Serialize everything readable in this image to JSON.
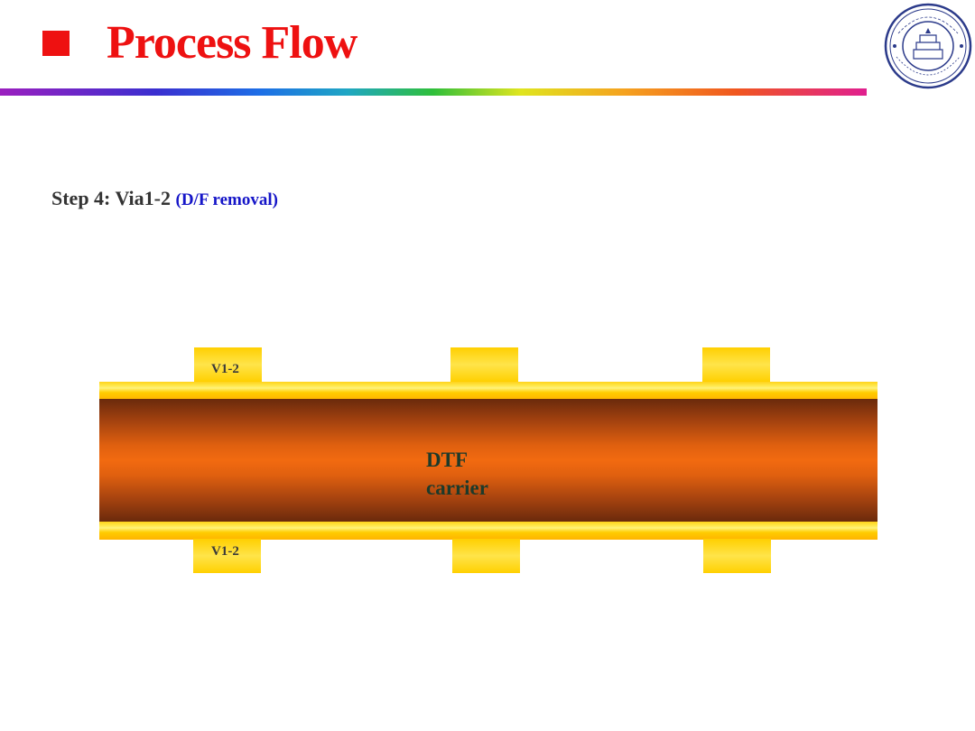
{
  "header": {
    "title": "Process Flow"
  },
  "step": {
    "label": "Step 4: Via1-2",
    "note": "(D/F removal)"
  },
  "diagram": {
    "core_label_line1": "DTF",
    "core_label_line2": "carrier",
    "via_label_top": "V1-2",
    "via_label_bottom": "V1-2"
  },
  "colors": {
    "title": "#ee1111",
    "note": "#1515c8",
    "core": "#f26a10",
    "copper_layer": "#ffcc00"
  }
}
